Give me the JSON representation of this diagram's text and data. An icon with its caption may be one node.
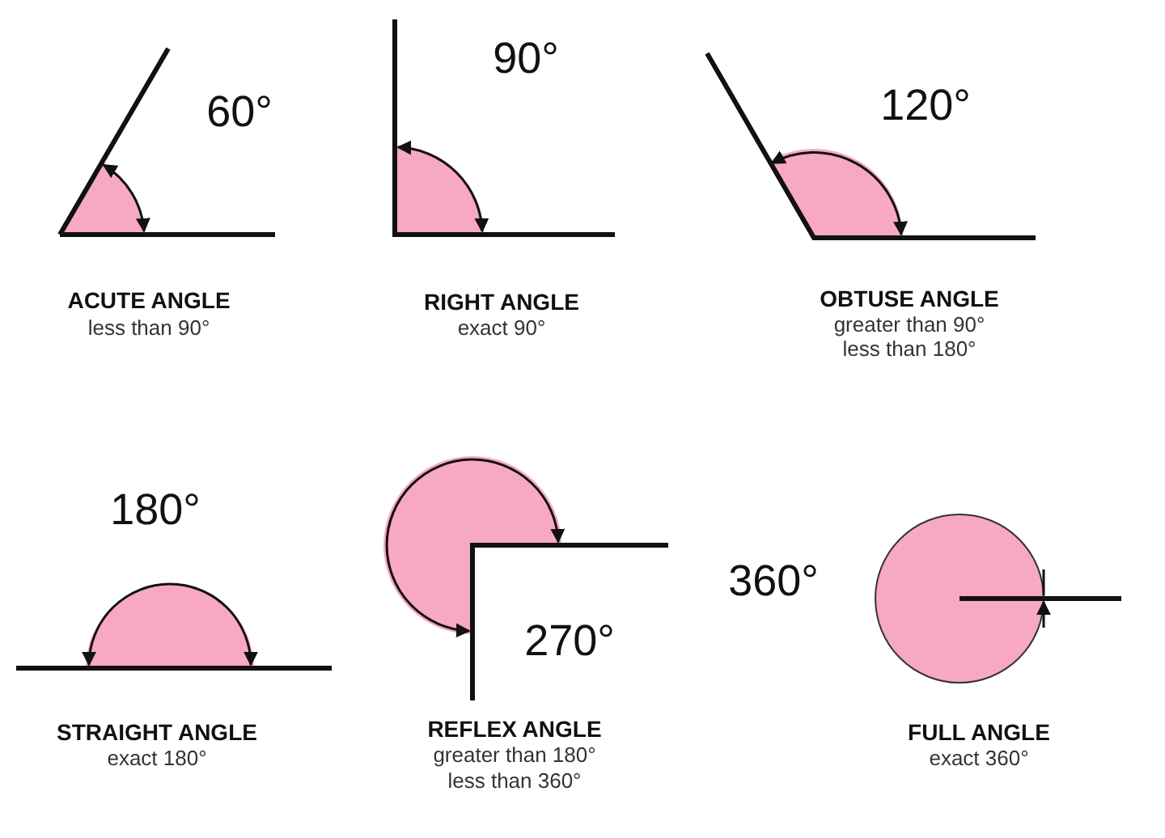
{
  "diagram": {
    "labels": [
      "60°",
      "90°",
      "120°",
      "ACUTE ANGLE",
      "less than 90°",
      "RIGHT ANGLE",
      "exact 90°",
      "OBTUSE ANGLE",
      "greater than 90°",
      "less than 180°",
      "180°",
      "360°",
      "270°",
      "STRAIGHT ANGLE",
      "exact 180°",
      "REFLEX ANGLE",
      "greater than 180°",
      "less than 360°",
      "FULL ANGLE",
      "exact 360°"
    ]
  }
}
